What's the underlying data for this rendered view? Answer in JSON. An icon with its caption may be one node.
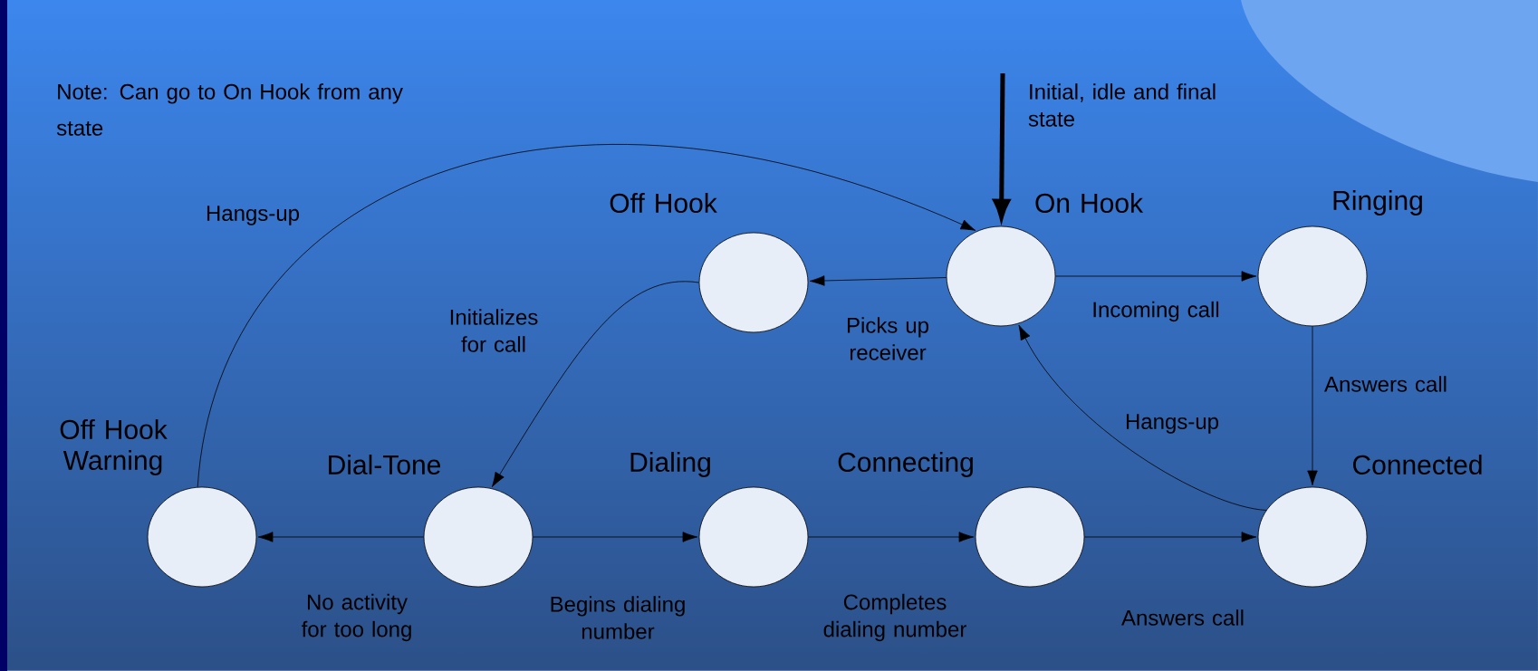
{
  "diagram": {
    "nodes": [
      {
        "text": [
          "Off Hook"
        ]
      },
      {
        "text": [
          "On Hook"
        ]
      },
      {
        "text": [
          "Ringing"
        ]
      },
      {
        "text": [
          "Off Hook Warning"
        ]
      },
      {
        "text": [
          "Dial-Tone"
        ]
      },
      {
        "text": [
          "Dialing"
        ]
      },
      {
        "text": [
          "Connecting"
        ]
      },
      {
        "text": [
          "Connected"
        ]
      }
    ],
    "edges": [
      {
        "from": null,
        "to": 1,
        "arrow": "to",
        "style": "thick",
        "label": "Initial, idle and final state"
      },
      {
        "from": 1,
        "to": 0,
        "arrow": "to",
        "label": "Picks up receiver"
      },
      {
        "from": 1,
        "to": 2,
        "arrow": "to",
        "label": "Incoming call"
      },
      {
        "from": 2,
        "to": 7,
        "arrow": "to",
        "label": "Answers call"
      },
      {
        "from": 7,
        "to": 1,
        "arrow": "to",
        "label": "Hangs-up"
      },
      {
        "from": 3,
        "to": 1,
        "arrow": "to",
        "label": "Hangs-up"
      },
      {
        "from": 0,
        "to": 4,
        "arrow": "to",
        "label": "Initializes for call"
      },
      {
        "from": 4,
        "to": 3,
        "arrow": "to",
        "label": "No activity for too long"
      },
      {
        "from": 4,
        "to": 5,
        "arrow": "to",
        "label": "Begins dialing number"
      },
      {
        "from": 5,
        "to": 6,
        "arrow": "to",
        "label": "Completes dialing number"
      },
      {
        "from": 6,
        "to": 7,
        "arrow": "to",
        "label": "Answers call"
      }
    ],
    "labels": [
      "Note: Can go to On Hook from any state"
    ]
  }
}
